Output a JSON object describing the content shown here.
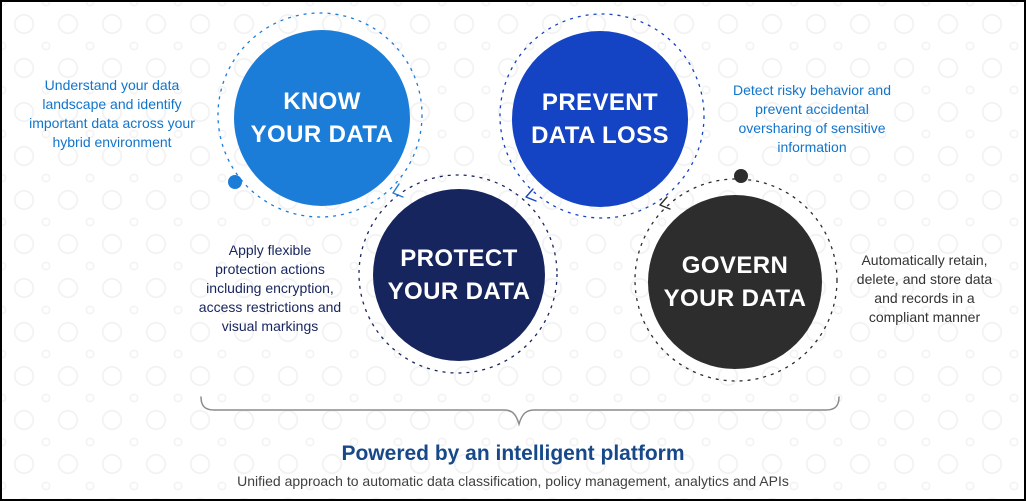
{
  "circles": {
    "know": {
      "label": "KNOW\nYOUR DATA",
      "color": "#1c7dd8"
    },
    "prevent": {
      "label": "PREVENT\nDATA LOSS",
      "color": "#1444c4"
    },
    "protect": {
      "label": "PROTECT\nYOUR DATA",
      "color": "#17255e"
    },
    "govern": {
      "label": "GOVERN\nYOUR DATA",
      "color": "#2d2d2d"
    }
  },
  "annotations": {
    "know": {
      "text": "Understand your data\nlandscape and identify\nimportant data across your\nhybrid environment",
      "color": "#1175cc"
    },
    "prevent": {
      "text": "Detect risky behavior and\nprevent accidental\noversharing of sensitive\ninformation",
      "color": "#1175cc"
    },
    "protect": {
      "text": "Apply flexible\nprotection actions\nincluding encryption,\naccess restrictions and\nvisual markings",
      "color": "#17255e"
    },
    "govern": {
      "text": "Automatically retain,\ndelete, and store data\nand records in a\ncompliant manner",
      "color": "#333333"
    }
  },
  "footer": {
    "title": "Powered by an intelligent platform",
    "title_color": "#17498a",
    "subtitle": "Unified approach to automatic data classification, policy management, analytics and APIs",
    "subtitle_color": "#404040"
  },
  "decor": {
    "brace_color": "#8c8c8c"
  }
}
